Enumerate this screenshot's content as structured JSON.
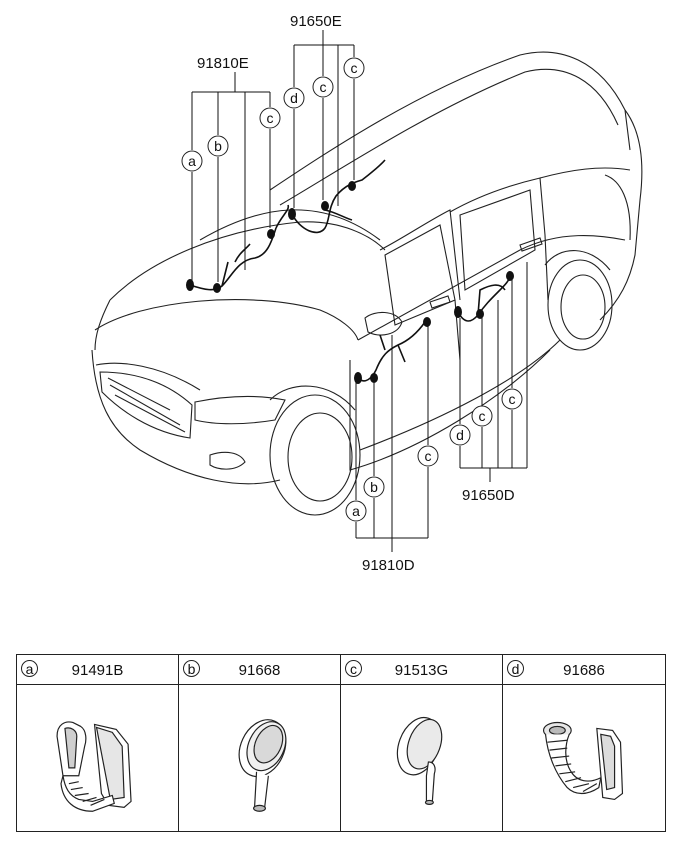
{
  "groups": {
    "front_harness": "91810E",
    "front_door_harness": "91650E",
    "rear_door_harness": "91650D",
    "side_harness": "91810D"
  },
  "callouts": {
    "a": "a",
    "b": "b",
    "c": "c",
    "d": "d"
  },
  "parts": [
    {
      "letter": "a",
      "code": "91491B",
      "icon": "grommet-elbow-icon"
    },
    {
      "letter": "b",
      "code": "91668",
      "icon": "grommet-round-icon"
    },
    {
      "letter": "c",
      "code": "91513G",
      "icon": "grommet-disc-icon"
    },
    {
      "letter": "d",
      "code": "91686",
      "icon": "grommet-bellows-icon"
    }
  ]
}
